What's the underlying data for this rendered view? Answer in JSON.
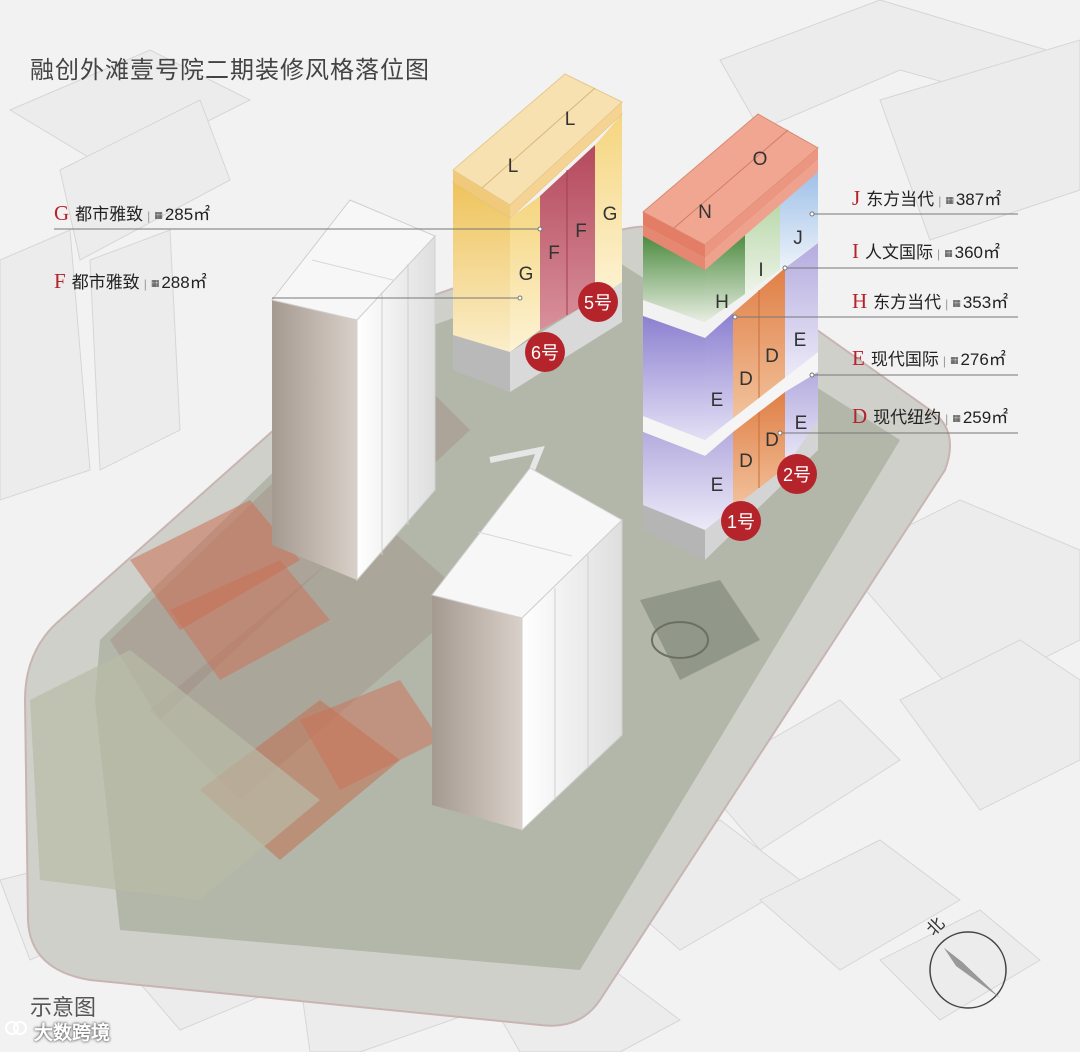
{
  "title": "融创外滩壹号院二期装修风格落位图",
  "legend": [
    {
      "code": "G",
      "style": "都市雅致",
      "area": "285㎡"
    },
    {
      "code": "F",
      "style": "都市雅致",
      "area": "288㎡"
    },
    {
      "code": "J",
      "style": "东方当代",
      "area": "387㎡"
    },
    {
      "code": "I",
      "style": "人文国际",
      "area": "360㎡"
    },
    {
      "code": "H",
      "style": "东方当代",
      "area": "353㎡"
    },
    {
      "code": "E",
      "style": "现代国际",
      "area": "276㎡"
    },
    {
      "code": "D",
      "style": "现代纽约",
      "area": "259㎡"
    }
  ],
  "area_icon": "floor-plan-icon",
  "buildings": {
    "b5": "5号",
    "b6": "6号",
    "b1": "1号",
    "b2": "2号"
  },
  "unit_letters": {
    "L": "L",
    "G": "G",
    "F": "F",
    "N": "N",
    "O": "O",
    "J": "J",
    "I": "I",
    "H": "H",
    "E": "E",
    "D": "D"
  },
  "compass_label": "北",
  "bottom_label": "示意图",
  "watermark": "大数跨境",
  "colors": {
    "accent_red": "#b5232b",
    "style_G": "#f2c86a",
    "style_F": "#c05a6a",
    "style_L": "#f6d9a0",
    "style_N": "#ec9b86",
    "style_H": "#5e9a4e",
    "style_I": "#cfe2c4",
    "style_J": "#bcd2ec",
    "style_E": "#9b90d6",
    "style_D": "#e8955e"
  }
}
